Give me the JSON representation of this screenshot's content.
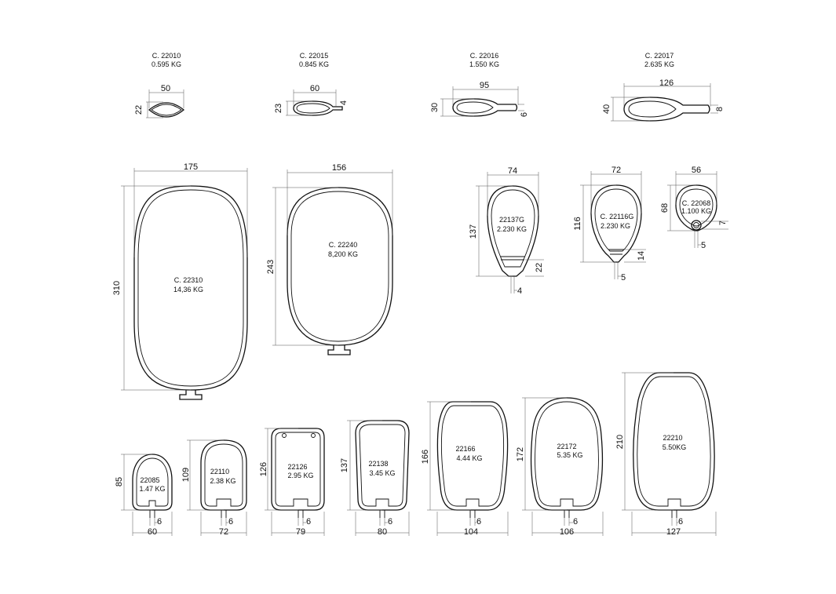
{
  "profiles": [
    {
      "code": "C. 22010",
      "weight": "0.595 KG",
      "width": "50",
      "height": "22"
    },
    {
      "code": "C. 22015",
      "weight": "0.845 KG",
      "width": "60",
      "height": "23",
      "tail": "4"
    },
    {
      "code": "C. 22016",
      "weight": "1.550 KG",
      "width": "95",
      "height": "30",
      "tail": "6"
    },
    {
      "code": "C. 22017",
      "weight": "2.635 KG",
      "width": "126",
      "height": "40",
      "tail": "8"
    },
    {
      "code": "C. 22310",
      "weight": "14,36 KG",
      "width": "175",
      "height": "310"
    },
    {
      "code": "C. 22240",
      "weight": "8,200 KG",
      "width": "156",
      "height": "243"
    },
    {
      "code": "22137G",
      "weight": "2.230 KG",
      "width": "74",
      "height": "137",
      "d1": "22",
      "d2": "4"
    },
    {
      "code": "C. 22116G",
      "weight": "2.230 KG",
      "width": "72",
      "height": "116",
      "d1": "14",
      "d2": "5"
    },
    {
      "code": "C. 22068",
      "weight": "1.100 KG",
      "width": "56",
      "height": "68",
      "d1": "7",
      "d2": "5"
    },
    {
      "code": "22085",
      "weight": "1.47 KG",
      "width": "60",
      "height": "85",
      "slot": "6"
    },
    {
      "code": "22110",
      "weight": "2.38 KG",
      "width": "72",
      "height": "109",
      "slot": "6"
    },
    {
      "code": "22126",
      "weight": "2.95 KG",
      "width": "79",
      "height": "126",
      "slot": "6"
    },
    {
      "code": "22138",
      "weight": "3.45 KG",
      "width": "80",
      "height": "137",
      "slot": "6"
    },
    {
      "code": "22166",
      "weight": "4.44 KG",
      "width": "104",
      "height": "166",
      "slot": "6"
    },
    {
      "code": "22172",
      "weight": "5.35 KG",
      "width": "106",
      "height": "172",
      "slot": "6"
    },
    {
      "code": "22210",
      "weight": "5.50KG",
      "width": "127",
      "height": "210",
      "slot": "6"
    }
  ]
}
